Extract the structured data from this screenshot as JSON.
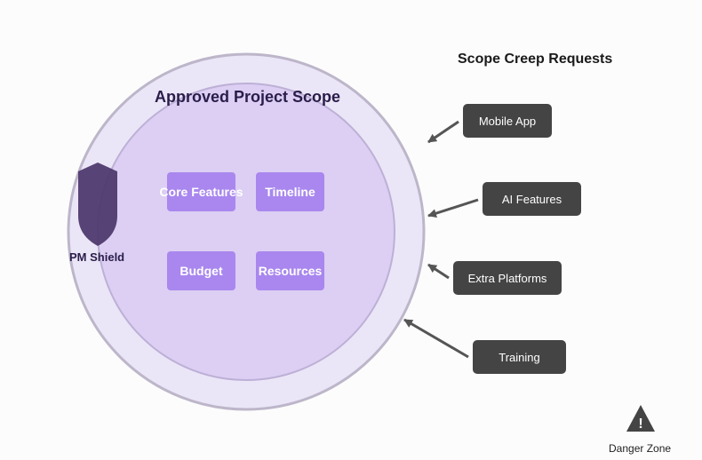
{
  "scope": {
    "title": "Approved Project Scope",
    "items": [
      "Core Features",
      "Timeline",
      "Budget",
      "Resources"
    ]
  },
  "shield": {
    "label": "PM Shield",
    "icon": "shield-icon"
  },
  "requests": {
    "title": "Scope Creep Requests",
    "items": [
      "Mobile App",
      "AI Features",
      "Extra Platforms",
      "Training"
    ]
  },
  "legend": {
    "danger_label": "Danger Zone",
    "icon": "warning-icon",
    "glyph": "!"
  },
  "colors": {
    "outer_circle_fill": "#ebe6f7",
    "outer_circle_stroke": "#bdb6ca",
    "inner_circle_fill": "#dccff3",
    "inner_circle_stroke": "#bdb0d6",
    "scope_item_fill": "#a987ee",
    "shield_fill": "#4f3a6e",
    "request_fill": "#444444",
    "arrow": "#555555"
  }
}
